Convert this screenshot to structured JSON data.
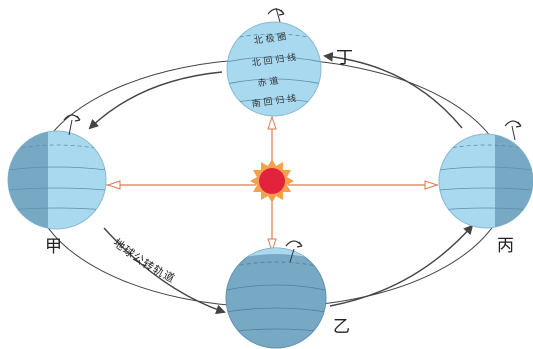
{
  "positions": {
    "jia": "甲",
    "yi": "乙",
    "bing": "丙",
    "ding": "丁"
  },
  "orbit_label": "地球公转轨道",
  "latitude_labels": {
    "arctic_circle": "北 极 圈",
    "tropic_cancer": "北 回 归 线",
    "equator": "赤 道",
    "tropic_capricorn": "南 回 归 线"
  },
  "colors": {
    "earth_day": "#a9d9ef",
    "earth_night": "#78a9c4",
    "orbit": "#444444",
    "sun_rays": "#d97b4e",
    "sun_core": "#e2233b",
    "sun_corona": "#f5a04a"
  },
  "icons": [
    "rotation-arrow-icon",
    "sun-icon",
    "orbit-arrow-icon"
  ]
}
